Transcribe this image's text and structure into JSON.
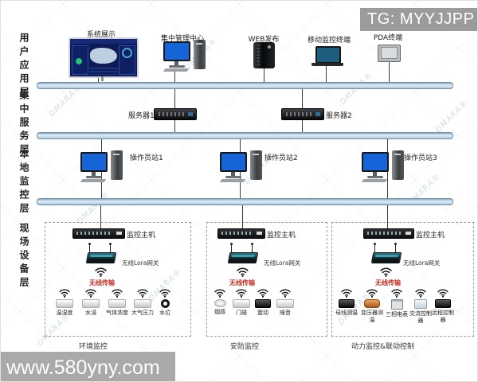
{
  "badges": {
    "tg": "TG: MYYJJPP",
    "site": "www.580yny.com",
    "wm": "DMARA®"
  },
  "layers": [
    "用户应用层",
    "集中服务层",
    "本地监控层",
    "现场设备层"
  ],
  "top": {
    "display": "系统展示",
    "mgmt": "集中管理中心",
    "web": "WEB发布",
    "mobile": "移动监控终端",
    "pda": "PDA终端"
  },
  "servers": {
    "s1": "服务器1",
    "s2": "服务器2"
  },
  "stations": {
    "s1": "操作员站1",
    "s2": "操作员站2",
    "s3": "操作员站3"
  },
  "groups": [
    {
      "host": "监控主机",
      "gateway": "无线Lora网关",
      "wireless": "无线传输",
      "caption": "环境监控",
      "sensors": [
        "温湿度",
        "水浸",
        "气体浓度",
        "大气压力",
        "水位"
      ]
    },
    {
      "host": "监控主机",
      "gateway": "无线Lora网关",
      "wireless": "无线传输",
      "caption": "安防监控",
      "sensors": [
        "烟感",
        "门磁",
        "震动",
        "噪音"
      ]
    },
    {
      "host": "监控主机",
      "gateway": "无线Lora网关",
      "wireless": "无线传输",
      "caption": "动力监控&联动控制",
      "sensors": [
        "母线测温",
        "变压器测温",
        "三相电表",
        "交流控制器",
        "远程控制器"
      ]
    }
  ],
  "colors": {
    "bus_fill": "#b9d2e4",
    "bus_border": "#7090a8",
    "screen_blue": "#1565d8",
    "dashboard_bg": "#0e1b56",
    "alert_red": "#c42a21",
    "badge_gray": "#9b9b9b"
  }
}
